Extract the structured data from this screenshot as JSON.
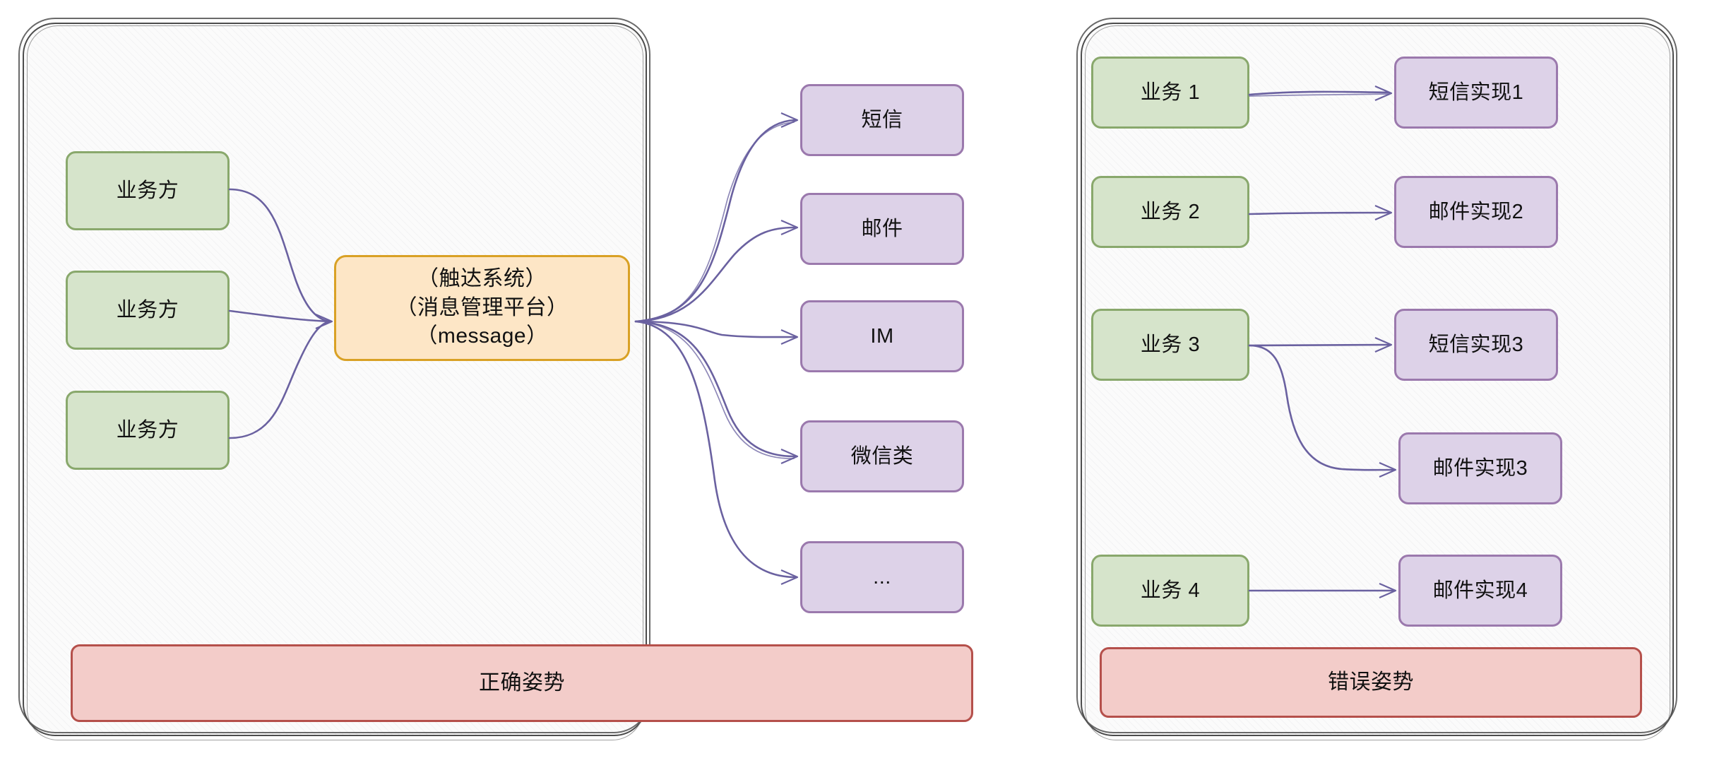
{
  "diagram": {
    "title_text": "",
    "colors": {
      "green_fill": "#d6e4cb",
      "green_stroke": "#89a86c",
      "purple_fill": "#ddd2e8",
      "purple_stroke": "#9b79ad",
      "orange_fill": "#fde6c6",
      "orange_stroke": "#d9a125",
      "red_fill": "#f3ccc9",
      "red_stroke": "#b5504b",
      "arrow": "#6a61a0",
      "panel_bg": "#fbfbfb",
      "panel_stroke": "#4c4c4c"
    }
  },
  "left_panel": {
    "banner": "正确姿势",
    "producers": [
      {
        "label": "业务方"
      },
      {
        "label": "业务方"
      },
      {
        "label": "业务方"
      }
    ],
    "hub": {
      "line1": "（触达系统）",
      "line2": "（消息管理平台）",
      "line3": "（message）"
    },
    "channels": [
      {
        "label": "短信"
      },
      {
        "label": "邮件"
      },
      {
        "label": "IM"
      },
      {
        "label": "微信类"
      },
      {
        "label": "..."
      }
    ]
  },
  "right_panel": {
    "banner": "错误姿势",
    "businesses": [
      {
        "label": "业务 1"
      },
      {
        "label": "业务 2"
      },
      {
        "label": "业务 3"
      },
      {
        "label": "业务 4"
      }
    ],
    "implementations": [
      {
        "label": "短信实现1"
      },
      {
        "label": "邮件实现2"
      },
      {
        "label": "短信实现3"
      },
      {
        "label": "邮件实现3"
      },
      {
        "label": "邮件实现4"
      }
    ]
  }
}
